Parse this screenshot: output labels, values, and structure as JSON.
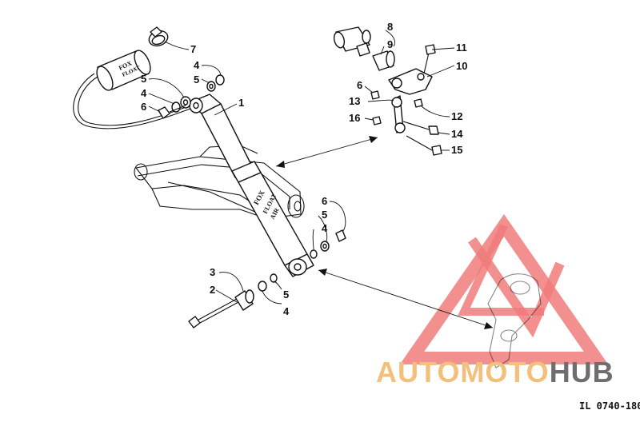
{
  "diagram": {
    "callouts": [
      {
        "id": "c1",
        "text": "1"
      },
      {
        "id": "c2",
        "text": "2"
      },
      {
        "id": "c3",
        "text": "3"
      },
      {
        "id": "c4a",
        "text": "4"
      },
      {
        "id": "c4b",
        "text": "4"
      },
      {
        "id": "c4c",
        "text": "4"
      },
      {
        "id": "c4d",
        "text": "4"
      },
      {
        "id": "c5a",
        "text": "5"
      },
      {
        "id": "c5b",
        "text": "5"
      },
      {
        "id": "c5c",
        "text": "5"
      },
      {
        "id": "c5d",
        "text": "5"
      },
      {
        "id": "c6a",
        "text": "6"
      },
      {
        "id": "c6b",
        "text": "6"
      },
      {
        "id": "c6c",
        "text": "6"
      },
      {
        "id": "c7",
        "text": "7"
      },
      {
        "id": "c8",
        "text": "8"
      },
      {
        "id": "c9",
        "text": "9"
      },
      {
        "id": "c10",
        "text": "10"
      },
      {
        "id": "c11",
        "text": "11"
      },
      {
        "id": "c12",
        "text": "12"
      },
      {
        "id": "c13",
        "text": "13"
      },
      {
        "id": "c14",
        "text": "14"
      },
      {
        "id": "c15",
        "text": "15"
      },
      {
        "id": "c16",
        "text": "16"
      }
    ],
    "part_labels": {
      "shock_body": [
        "FOX",
        "FLOAT",
        "AIR"
      ],
      "reservoir": [
        "FOX",
        "FLOAT"
      ]
    },
    "illustration_code": "IL 0740-180"
  },
  "watermark": {
    "word_part1": "AUTO",
    "word_part2": "MOTO",
    "word_part3": "HUB",
    "color_triangle": "#f07b7b",
    "color_auto_moto": "#f2c07a",
    "color_hub": "#6e6e6e"
  }
}
